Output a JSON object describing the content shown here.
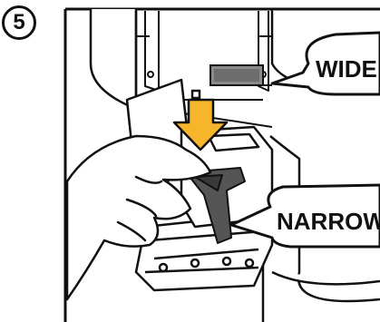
{
  "step": {
    "number": "5"
  },
  "callouts": {
    "wide": "WIDE",
    "narrow": "NARROW"
  },
  "colors": {
    "arrow_fill": "#f7b52b",
    "tab_fill": "#555555",
    "wide_tab_fill": "#8a8a8a",
    "outline": "#111111"
  },
  "icons": {
    "step_badge": "circled-number-icon",
    "direction": "arrow-down-icon"
  }
}
